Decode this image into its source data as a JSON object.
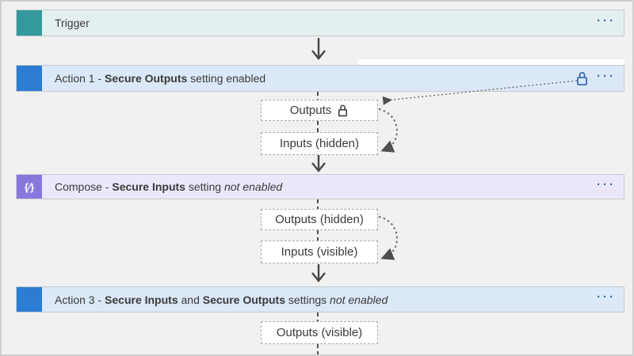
{
  "colors": {
    "canvas_bg": "#f1f1f1",
    "canvas_border": "#cfcfcf",
    "trigger_icon": "#34999c",
    "trigger_bar_bg": "#e3f0ef",
    "action_icon": "#2b7cd3",
    "action_bar_bg": "#dbe8f7",
    "compose_icon": "#8878dd",
    "compose_bar_bg": "#ebe8fb",
    "bar_border": "#c6cbcc",
    "flow_arrow": "#484644",
    "annotation_dotted": "#6b6b6b",
    "ellipsis_blue": "#3a6cb5",
    "lock_blue": "#2b5fad",
    "text": "#3b3a39",
    "box_border_dashed": "#ababab"
  },
  "nodes": {
    "trigger": {
      "label": "Trigger",
      "menu_glyph": "···"
    },
    "action1": {
      "pre": "Action 1 - ",
      "bold1": "Secure Outputs",
      "post": " setting enabled",
      "menu_glyph": "···",
      "lock_icon": "lock-enabled"
    },
    "compose": {
      "icon_glyph": "{⁄}",
      "pre": "Compose - ",
      "bold1": "Secure Inputs",
      "mid": " setting ",
      "italic": "not enabled",
      "menu_glyph": "···"
    },
    "action3": {
      "pre": "Action 3 - ",
      "bold1": "Secure Inputs",
      "mid": " and ",
      "bold2": "Secure Outputs",
      "post": " settings ",
      "italic": "not enabled",
      "menu_glyph": "···"
    }
  },
  "boxes": {
    "outputs_locked": "Outputs",
    "inputs_hidden": "Inputs (hidden)",
    "outputs_hidden": "Outputs (hidden)",
    "inputs_visible": "Inputs (visible)",
    "outputs_visible": "Outputs (visible)"
  }
}
